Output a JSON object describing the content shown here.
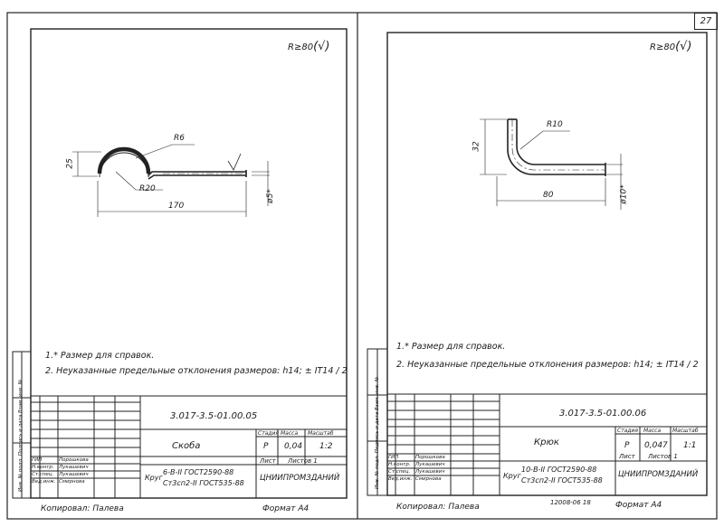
{
  "page_number": "27",
  "sheets": [
    {
      "roughness": "R≥80",
      "roughness_sym": "(√)",
      "dims": {
        "r_top": "R6",
        "r_bottom": "R20",
        "height": "25",
        "length": "170",
        "dia": "ø5*"
      },
      "notes": [
        "1.* Размер для справок.",
        "2. Неуказанные предельные отклонения размеров: h14; ± IT14 / 2"
      ],
      "doc_code": "3.017-3.5-01.00.05",
      "part_name": "Скоба",
      "stage_header": "Стадия",
      "mass_header": "Масса",
      "scale_header": "Масштаб",
      "stage": "Р",
      "mass": "0,04",
      "scale": "1:2",
      "sheet_label": "Лист",
      "sheets_label": "Листов 1",
      "material_line1": "6-В-II ГОСТ2590-88",
      "material_line2": "Ст3сп2-II ГОСТ535-88",
      "material_prefix": "Круг",
      "org": "ЦНИИПРОМЗДАНИЙ",
      "roles": [
        "ГИП",
        "Н.контр.",
        "Ст.спец.",
        "Вед.инж."
      ],
      "names": [
        "Порошкова",
        "Лукашевич",
        "Лукашевич",
        "Смирнова"
      ],
      "copied": "Копировал: Палева",
      "format": "Формат А4"
    },
    {
      "roughness": "R≥80",
      "roughness_sym": "(√)",
      "dims": {
        "r": "R10",
        "height": "32",
        "length": "80",
        "dia": "ø10*"
      },
      "notes": [
        "1.* Размер для справок.",
        "2. Неуказанные предельные отклонения размеров: h14; ± IT14 / 2"
      ],
      "doc_code": "3.017-3.5-01.00.06",
      "part_name": "Крюк",
      "stage_header": "Стадия",
      "mass_header": "Масса",
      "scale_header": "Масштаб",
      "stage": "Р",
      "mass": "0,047",
      "scale": "1:1",
      "sheet_label": "Лист",
      "sheets_label": "Листов 1",
      "material_line1": "10-В-II ГОСТ2590-88",
      "material_line2": "Ст3сп2-II ГОСТ535-88",
      "material_prefix": "Круг",
      "org": "ЦНИИПРОМЗДАНИЙ",
      "roles": [
        "ГИП",
        "Н.контр.",
        "Ст.спец.",
        "Вед.инж."
      ],
      "names": [
        "Порошкова",
        "Лукашевич",
        "Лукашевич",
        "Смирнова"
      ],
      "copied": "Копировал: Палева",
      "extra": "12008-06 18",
      "format": "Формат А4"
    }
  ],
  "side_stamp": "Инв. № подл. Подпись и дата Взам. инв. №"
}
